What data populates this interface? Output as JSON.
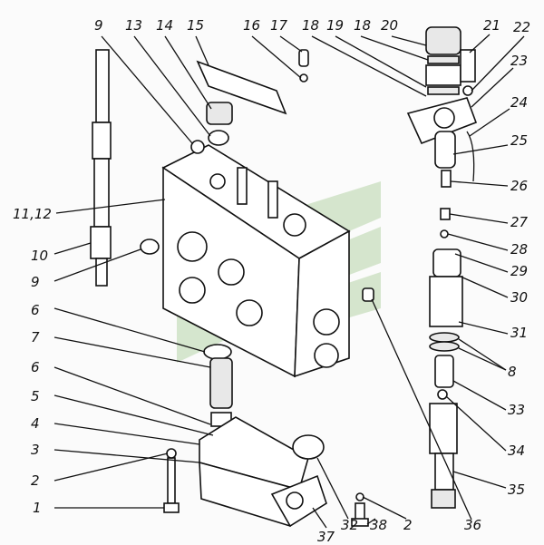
{
  "title": "Exploded view of hydraulic valve section",
  "labels": {
    "top": [
      "9",
      "13",
      "14",
      "15",
      "16",
      "17",
      "18",
      "19",
      "18",
      "20",
      "21",
      "22"
    ],
    "right": [
      "23",
      "24",
      "25",
      "26",
      "27",
      "28",
      "29",
      "30",
      "31",
      "8",
      "33",
      "34",
      "35"
    ],
    "bottom": [
      "36",
      "2",
      "38",
      "32",
      "37"
    ],
    "left": [
      "11,12",
      "10",
      "9",
      "6",
      "7",
      "6",
      "5",
      "4",
      "3",
      "2",
      "1"
    ]
  },
  "colors": {
    "line": "#111111",
    "watermark": "#8fbf7a",
    "background": "#fbfbfb"
  }
}
